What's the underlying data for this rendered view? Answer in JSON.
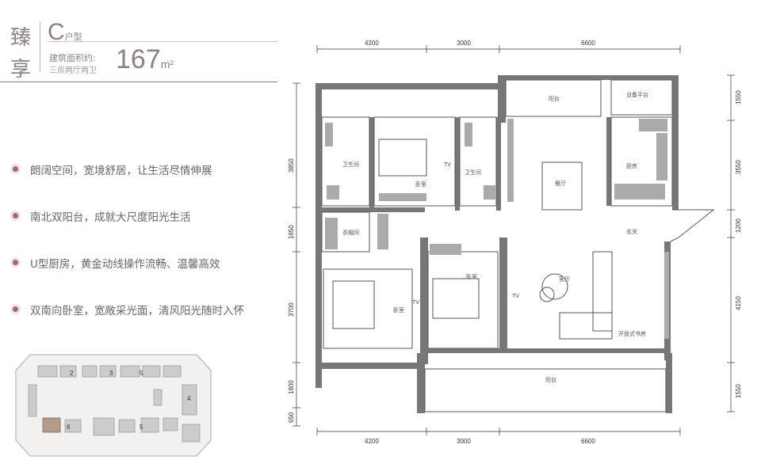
{
  "header": {
    "title_char1": "臻",
    "title_char2": "享",
    "unit_letter": "C",
    "unit_suffix": "户型",
    "area_label": "建筑面积约:",
    "area_value": "167",
    "area_unit": "m²",
    "room_config": "三房两厅两卫"
  },
  "features": [
    "朗阔空间，宽境舒居，让生活尽情伸展",
    "南北双阳台，成就大尺度阳光生活",
    "U型厨房，黄金动线操作流畅、温馨高效",
    "双南向卧室，宽敞采光面，清风阳光随时入怀"
  ],
  "dimensions": {
    "top": [
      "4200",
      "3000",
      "6600"
    ],
    "bottom": [
      "4200",
      "3000",
      "6600"
    ],
    "left": [
      "3850",
      "1650",
      "3700",
      "1800",
      "650"
    ],
    "right": [
      "1550",
      "3550",
      "1200",
      "4150",
      "1550"
    ]
  },
  "rooms": {
    "balcony_north": "阳台",
    "equipment": "设备平台",
    "bath1": "卫生间",
    "bed1": "卧室",
    "tv1": "TV",
    "bath2": "卫生间",
    "dining": "餐厅",
    "kitchen": "厨房",
    "entrance": "玄关",
    "closet": "衣帽间",
    "bed2": "卧室",
    "living": "客厅",
    "master": "卧室",
    "tv2": "TV",
    "tv3": "TV",
    "study": "开放式书房",
    "balcony_south": "阳台"
  },
  "keyplan_numbers": [
    "2",
    "3",
    "5",
    "4",
    "6",
    "5"
  ]
}
